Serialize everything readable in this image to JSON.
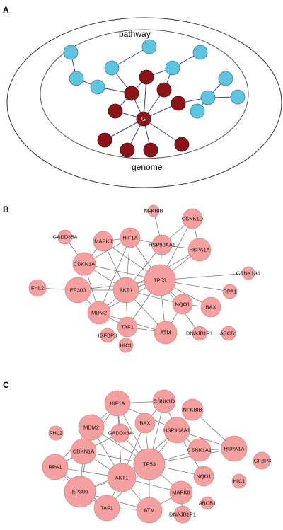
{
  "panel_a": {
    "label": "A",
    "outer_label": "genome",
    "inner_label": "pathway",
    "center_label": "G",
    "colors": {
      "blue": "#5ec4e0",
      "red": "#8b1418",
      "edge": "#3a3fa0"
    }
  },
  "panel_b": {
    "label": "B",
    "nodes": [
      "NFKBIB",
      "CSNK1D",
      "GADD45A",
      "MAPK8",
      "HIF1A",
      "HSP90AA1",
      "HSPA1A",
      "CDKN1A",
      "CSNK1A1",
      "TP53",
      "FHL2",
      "EP300",
      "AKT1",
      "RPA1",
      "NQO1",
      "BAX",
      "MDM2",
      "TAF1",
      "ATM",
      "DNAJB1P1",
      "ABCB1",
      "IGFBP3",
      "HIC1"
    ]
  },
  "panel_c": {
    "label": "C",
    "nodes": [
      "HIF1A",
      "CSNK1D",
      "NFKBIB",
      "BAX",
      "MDM2",
      "GADD45A",
      "HSP90AA1",
      "FHL2",
      "CSNK1A1",
      "HSPA1A",
      "CDKN1A",
      "IGFBP3",
      "TP53",
      "RPA1",
      "AKT1",
      "NQO1",
      "HIC1",
      "EP300",
      "MAPK8",
      "TAF1",
      "ATM",
      "ABCB1",
      "DNAJB1P1"
    ]
  },
  "node_color": "#f4a0a0",
  "node_stroke": "#d98888",
  "edge_color": "#7a7a7a"
}
